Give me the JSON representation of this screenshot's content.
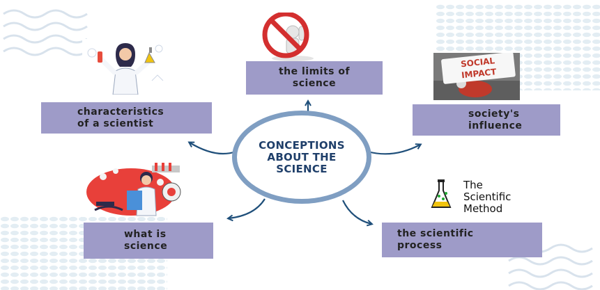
{
  "center": {
    "line1": "CONCEPTIONS",
    "line2": "ABOUT THE",
    "line3": "SCIENCE"
  },
  "nodes": {
    "limits": {
      "line1": "the limits of",
      "line2": "science"
    },
    "characteristics": {
      "line1": "characteristics",
      "line2": "of a scientist"
    },
    "society": {
      "line1": "society's",
      "line2": "influence"
    },
    "what_is": {
      "line1": "what is",
      "line2": "science"
    },
    "process": {
      "line1": "the scientific",
      "line2": "process"
    }
  },
  "images": {
    "social_impact_sign": {
      "line1": "SOCIAL",
      "line2": "IMPACT"
    },
    "scientific_method_logo": {
      "line1": "The",
      "line2": "Scientific",
      "line3": "Method"
    }
  },
  "colors": {
    "box": "#9e9bc8",
    "circle": "#7f9ec2",
    "arrow": "#1f4f7a",
    "center_text": "#1f3f6a"
  }
}
